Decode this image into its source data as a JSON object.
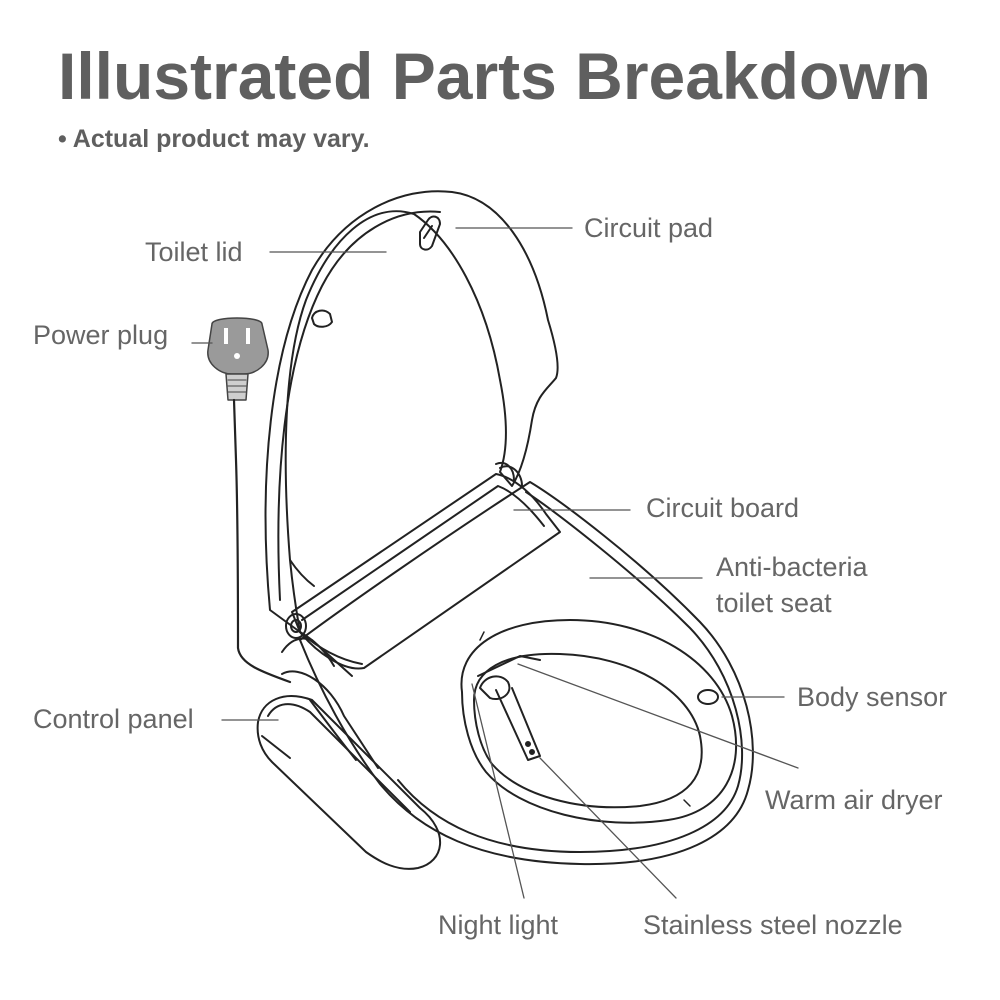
{
  "title": "Illustrated Parts Breakdown",
  "note": "• Actual product may vary.",
  "labels": {
    "toilet_lid": "Toilet lid",
    "circuit_pad": "Circuit pad",
    "power_plug": "Power plug",
    "circuit_board": "Circuit board",
    "anti_bacteria_line1": "Anti-bacteria",
    "anti_bacteria_line2": "toilet seat",
    "body_sensor": "Body sensor",
    "control_panel": "Control panel",
    "warm_air_dryer": "Warm air dryer",
    "night_light": "Night light",
    "stainless_steel_nozzle": "Stainless steel nozzle"
  },
  "colors": {
    "text": "#666666",
    "title": "#5f5f5f",
    "line": "#222222",
    "leader": "#555555",
    "plug": "#9a9a9a"
  }
}
